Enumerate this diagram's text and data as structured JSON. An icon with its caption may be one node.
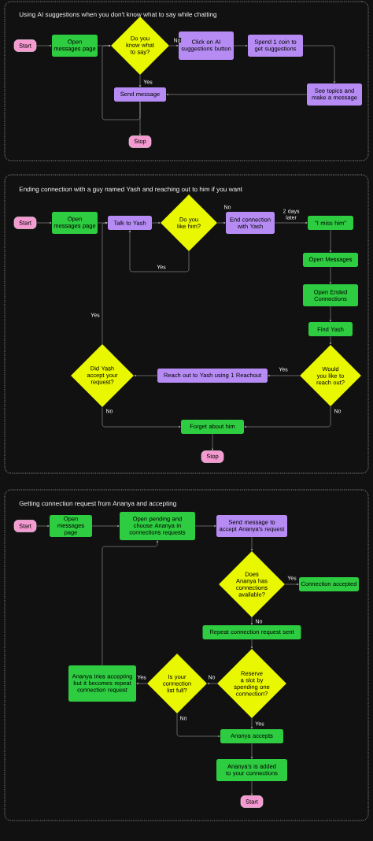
{
  "diagram": {
    "nodes": [
      {
        "text": [
          "Using AI suggestions when you don't know what to say while chatting"
        ]
      },
      {
        "text": [
          "Start"
        ],
        "in": 0
      },
      {
        "text": [
          "Open messages page"
        ],
        "in": 0
      },
      {
        "text": [
          "Do you know what to say?"
        ],
        "in": 0
      },
      {
        "text": [
          "Click on AI suggestions button"
        ],
        "in": 0
      },
      {
        "text": [
          "Spend 1 coin to get suggestions"
        ],
        "in": 0
      },
      {
        "text": [
          "See topics and make a message"
        ],
        "in": 0
      },
      {
        "text": [
          "Send message"
        ],
        "in": 0
      },
      {
        "text": [
          "Stop"
        ],
        "in": 0
      },
      {
        "text": [
          "Ending connection with a guy named Yash and reaching out to him if you want"
        ]
      },
      {
        "text": [
          "Start"
        ],
        "in": 9
      },
      {
        "text": [
          "Open messages page"
        ],
        "in": 9
      },
      {
        "text": [
          "Talk to Yash"
        ],
        "in": 9
      },
      {
        "text": [
          "Do you like him?"
        ],
        "in": 9
      },
      {
        "text": [
          "End connection with Yash"
        ],
        "in": 9
      },
      {
        "text": [
          "\"I miss him\""
        ],
        "in": 9
      },
      {
        "text": [
          "Open Messages"
        ],
        "in": 9
      },
      {
        "text": [
          "Open Ended Connections"
        ],
        "in": 9
      },
      {
        "text": [
          "Find Yash"
        ],
        "in": 9
      },
      {
        "text": [
          "Would you like to reach out?"
        ],
        "in": 9
      },
      {
        "text": [
          "Reach out to Yash using 1 Reachout"
        ],
        "in": 9
      },
      {
        "text": [
          "Did Yash accept your request?"
        ],
        "in": 9
      },
      {
        "text": [
          "Forget about him"
        ],
        "in": 9
      },
      {
        "text": [
          "Stop"
        ],
        "in": 9
      },
      {
        "text": [
          "Getting connection request from Ananya and accepting"
        ]
      },
      {
        "text": [
          "Start"
        ],
        "in": 24
      },
      {
        "text": [
          "Open messages page"
        ],
        "in": 24
      },
      {
        "text": [
          "Open pending and choose Ananya in connections requests"
        ],
        "in": 24
      },
      {
        "text": [
          "Send message to accept Ananya's request"
        ],
        "in": 24
      },
      {
        "text": [
          "Does Ananya has connections available?"
        ],
        "in": 24
      },
      {
        "text": [
          "Connection accepted"
        ],
        "in": 24
      },
      {
        "text": [
          "Repeat connection request sent"
        ],
        "in": 24
      },
      {
        "text": [
          "Reserve a slot by spending one connection?"
        ],
        "in": 24
      },
      {
        "text": [
          "Is your connection list full?"
        ],
        "in": 24
      },
      {
        "text": [
          "Ananya tries accepting but it becomes repeat connection request"
        ],
        "in": 24
      },
      {
        "text": [
          "Ananya accepts"
        ],
        "in": 24
      },
      {
        "text": [
          "Ananya's is added to your connections"
        ],
        "in": 24
      },
      {
        "text": [
          "Start"
        ],
        "in": 24
      }
    ],
    "edges": [
      {
        "from": 1,
        "to": 2,
        "arrow": "to"
      },
      {
        "from": 2,
        "to": 3,
        "arrow": "to"
      },
      {
        "from": 3,
        "to": 4,
        "arrow": "to",
        "label": "No"
      },
      {
        "from": 4,
        "to": 5,
        "arrow": "to"
      },
      {
        "from": 5,
        "to": 6,
        "arrow": "to"
      },
      {
        "from": 6,
        "to": 7,
        "arrow": "to"
      },
      {
        "from": 3,
        "to": 7,
        "arrow": "to",
        "label": "Yes"
      },
      {
        "from": 7,
        "to": 8,
        "arrow": "to"
      },
      {
        "from": 7,
        "to": 3,
        "arrow": "to"
      },
      {
        "from": 10,
        "to": 11,
        "arrow": "to"
      },
      {
        "from": 11,
        "to": 12,
        "arrow": "to"
      },
      {
        "from": 12,
        "to": 13,
        "arrow": "to"
      },
      {
        "from": 13,
        "to": 14,
        "arrow": "to",
        "label": "No"
      },
      {
        "from": 14,
        "to": 15,
        "arrow": "to",
        "label": "2 days later"
      },
      {
        "from": 15,
        "to": 16,
        "arrow": "to"
      },
      {
        "from": 16,
        "to": 17,
        "arrow": "to"
      },
      {
        "from": 17,
        "to": 18,
        "arrow": "to"
      },
      {
        "from": 18,
        "to": 19,
        "arrow": "to"
      },
      {
        "from": 19,
        "to": 20,
        "arrow": "to",
        "label": "Yes"
      },
      {
        "from": 20,
        "to": 21,
        "arrow": "to"
      },
      {
        "from": 21,
        "to": 12,
        "arrow": "to",
        "label": "Yes"
      },
      {
        "from": 13,
        "to": 12,
        "arrow": "to",
        "label": "Yes"
      },
      {
        "from": 21,
        "to": 22,
        "arrow": "to",
        "label": "No"
      },
      {
        "from": 19,
        "to": 22,
        "arrow": "to",
        "label": "No"
      },
      {
        "from": 22,
        "to": 23,
        "arrow": "to"
      },
      {
        "from": 25,
        "to": 26,
        "arrow": "to"
      },
      {
        "from": 26,
        "to": 27,
        "arrow": "to"
      },
      {
        "from": 27,
        "to": 28,
        "arrow": "to"
      },
      {
        "from": 28,
        "to": 29,
        "arrow": "to"
      },
      {
        "from": 29,
        "to": 30,
        "arrow": "to",
        "label": "Yes"
      },
      {
        "from": 29,
        "to": 31,
        "arrow": "to",
        "label": "No"
      },
      {
        "from": 31,
        "to": 32,
        "arrow": "to"
      },
      {
        "from": 32,
        "to": 33,
        "arrow": "to",
        "label": "No"
      },
      {
        "from": 33,
        "to": 34,
        "arrow": "to",
        "label": "Yes"
      },
      {
        "from": 34,
        "to": 27,
        "arrow": "to"
      },
      {
        "from": 33,
        "to": 35,
        "arrow": "to",
        "label": "No"
      },
      {
        "from": 32,
        "to": 35,
        "arrow": "to",
        "label": "Yes"
      },
      {
        "from": 35,
        "to": 36,
        "arrow": "to"
      },
      {
        "from": 36,
        "to": 37,
        "arrow": "to"
      }
    ]
  }
}
